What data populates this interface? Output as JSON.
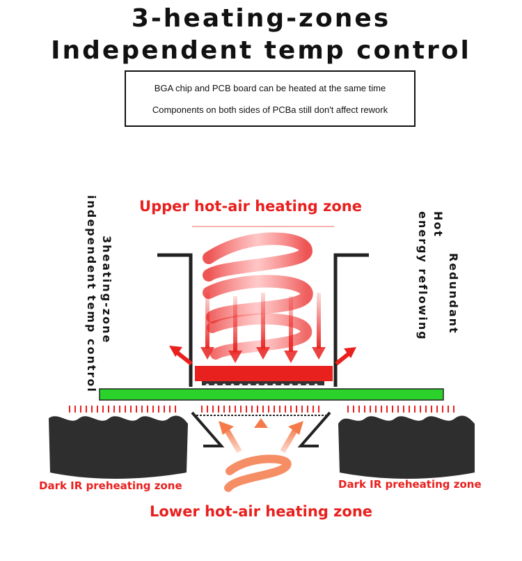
{
  "header": {
    "title_line1": "3-heating-zones",
    "title_line2": "Independent temp control"
  },
  "info_box": {
    "line1": "BGA chip and PCB board can be heated at the same time",
    "line2": "Components on both sides of PCBa still don't affect rework"
  },
  "labels": {
    "upper_zone": "Upper hot-air heating zone",
    "lower_zone": "Lower hot-air heating zone",
    "dark_ir_left": "Dark IR preheating zone",
    "dark_ir_right": "Dark IR preheating zone",
    "left_vertical_1": "3heating-zone",
    "left_vertical_2": "independent temp control",
    "right_vertical_1": "Redundant",
    "right_vertical_2": "Hot",
    "right_vertical_3": "energy reflowing"
  },
  "colors": {
    "hot_air_red": "#e8201e",
    "pcb_green": "#2bd22b",
    "ir_heater": "#2e2e2e",
    "lower_air_orange": "#f47a4a"
  }
}
